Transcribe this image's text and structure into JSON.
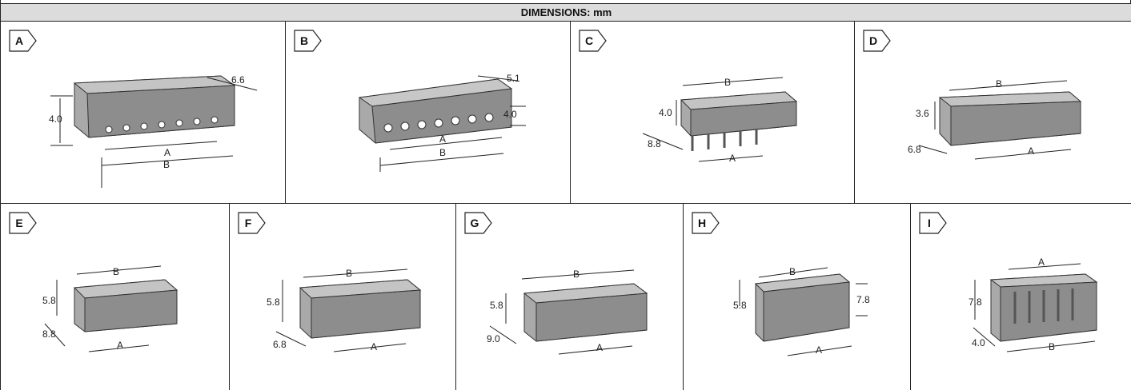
{
  "header": {
    "title": "DIMENSIONS: mm"
  },
  "panels": [
    {
      "id": "A",
      "dims": [
        "6.6",
        "4.0",
        "A",
        "B"
      ]
    },
    {
      "id": "B",
      "dims": [
        "5.1",
        "4.0",
        "A",
        "B"
      ]
    },
    {
      "id": "C",
      "dims": [
        "B",
        "4.0",
        "8.8",
        "A"
      ]
    },
    {
      "id": "D",
      "dims": [
        "B",
        "3.6",
        "6.8",
        "A"
      ]
    },
    {
      "id": "E",
      "dims": [
        "B",
        "5.8",
        "8.8",
        "A"
      ]
    },
    {
      "id": "F",
      "dims": [
        "B",
        "5.8",
        "6.8",
        "A"
      ]
    },
    {
      "id": "G",
      "dims": [
        "B",
        "5.8",
        "9.0",
        "A"
      ]
    },
    {
      "id": "H",
      "dims": [
        "B",
        "5.8",
        "7.8",
        "A"
      ]
    },
    {
      "id": "I",
      "dims": [
        "A",
        "7.8",
        "4.0",
        "B"
      ]
    }
  ]
}
